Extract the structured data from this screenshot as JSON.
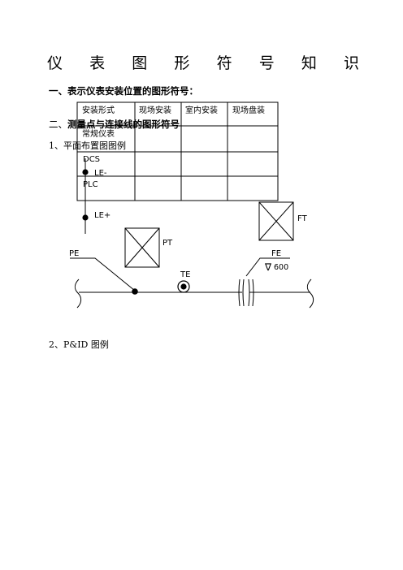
{
  "title_chars": [
    "仪",
    "表",
    "图",
    "形",
    "符",
    "号",
    "知",
    "识"
  ],
  "section1": "一、表示仪表安装位置的图形符号：",
  "section2": {
    "prefix": "二、",
    "text": "测量点与连接线的图形符号"
  },
  "item1": "1、平面布置图图例",
  "item2": "2、P&ID 图例",
  "table": {
    "headers": [
      "安装形式",
      "现场安装",
      "室内安装",
      "现场盘装"
    ],
    "rows": [
      "常规仪表",
      "DCS",
      "PLC"
    ]
  },
  "diagram": {
    "le_minus": "LE-",
    "le_plus": "LE+",
    "pt": "PT",
    "ft": "FT",
    "pe": "PE",
    "te": "TE",
    "fe": "FE",
    "fe_value": "600",
    "triangle": "∇"
  }
}
